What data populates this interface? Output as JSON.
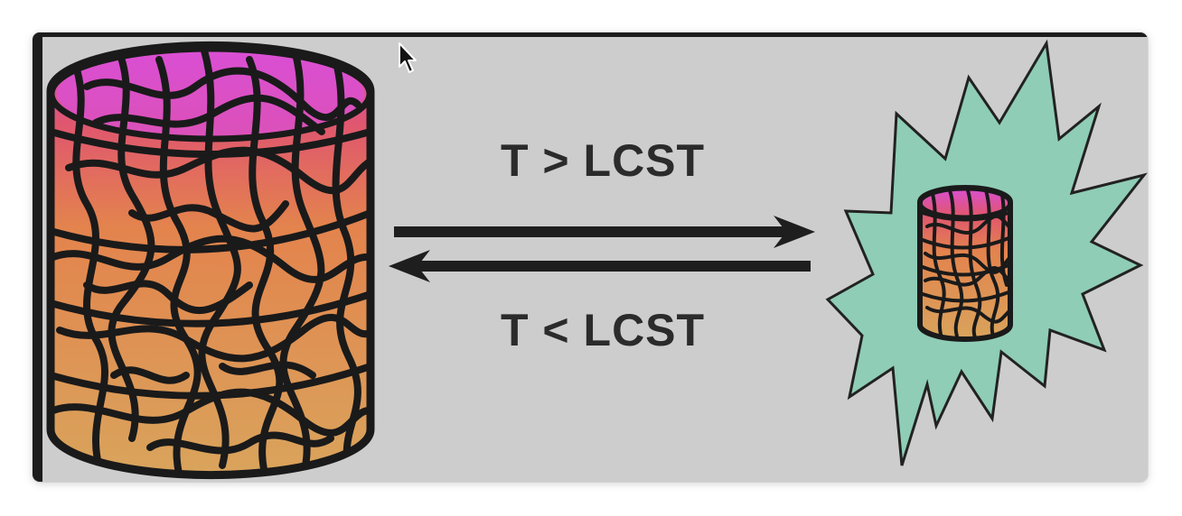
{
  "diagram": {
    "heating_label": "T > LCST",
    "cooling_label": "T < LCST",
    "left_state": "swollen-hydrogel",
    "right_state": "collapsed-hydrogel",
    "colors": {
      "background": "#cdcdcd",
      "gel_top": "#d94fd6",
      "gel_mid": "#e0765a",
      "gel_bottom": "#d9a45c",
      "network_line": "#1a1a1a",
      "burst_fill": "#8fcdb6",
      "arrow": "#1e1e1e",
      "label_text": "#2b2b2b"
    }
  }
}
